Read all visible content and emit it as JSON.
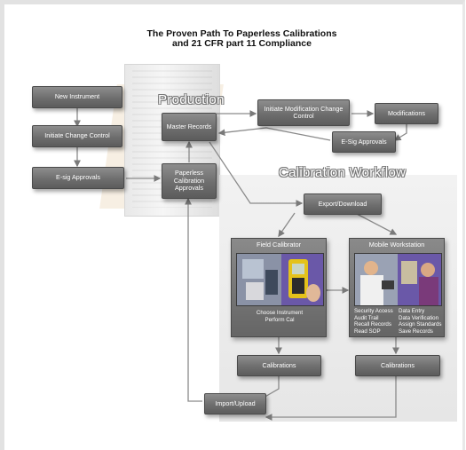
{
  "title": {
    "line1": "The Proven Path To Paperless Calibrations",
    "line2": "and 21 CFR part 11 Compliance"
  },
  "zones": {
    "production": "Production",
    "calibration_workflow": "Calibration Workflow"
  },
  "boxes": {
    "new_instrument": "New Instrument",
    "initiate_change_control": "Initiate Change Control",
    "esig_approvals_left": "E-sig Approvals",
    "master_records": "Master Records",
    "paperless_calibration_approvals": "Paperless Calibration Approvals",
    "initiate_modification_change_control": "Initiate Modification Change Control",
    "modifications": "Modifications",
    "esig_approvals_right": "E-Sig Approvals",
    "export_download": "Export/Download",
    "calibrations_left": "Calibrations",
    "calibrations_right": "Calibrations",
    "import_upload": "Import/Upload"
  },
  "field_calibrator": {
    "title": "Field Calibrator",
    "line1": "Choose Instrument",
    "line2": "Perform Cal"
  },
  "mobile_workstation": {
    "title": "Mobile Workstation",
    "col1": [
      "Security Access",
      "Audit Trail",
      "Recall Records",
      "Read SOP"
    ],
    "col2": [
      "Data Entry",
      "Data Verification",
      "Assign Standards",
      "Save Records"
    ]
  },
  "colors": {
    "box": "#6e6e6e",
    "arrow": "#7a7a7a",
    "calibration_zone": "#ececec",
    "production_zone": "#f7efe3",
    "photo_purple": "#6a58a8",
    "photo_yellow": "#e4c21a"
  }
}
